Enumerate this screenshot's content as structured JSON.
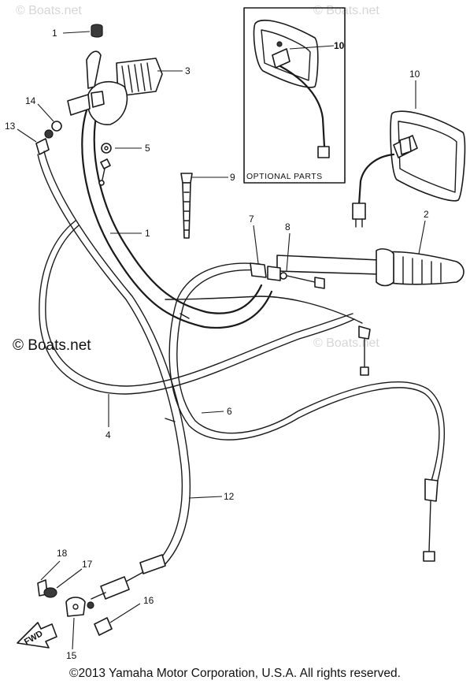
{
  "watermarks": [
    "© Boats.net",
    "© Boats.net",
    "© Boats.net",
    "© Boats.net"
  ],
  "optional_parts_label": "OPTIONAL PARTS",
  "fwd_label": "FWD",
  "copyright": "©2013 Yamaha Motor Corporation, U.S.A. All rights reserved.",
  "callouts": {
    "c1_top": "1",
    "c1_cable": "1",
    "c2": "2",
    "c3": "3",
    "c4": "4",
    "c5": "5",
    "c6": "6",
    "c7": "7",
    "c8": "8",
    "c9": "9",
    "c10_inset": "10",
    "c10": "10",
    "c12": "12",
    "c13": "13",
    "c14": "14",
    "c15": "15",
    "c16": "16",
    "c17": "17",
    "c18": "18"
  }
}
